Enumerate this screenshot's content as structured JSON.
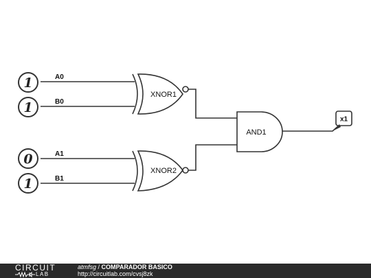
{
  "inputs": [
    {
      "value": "1",
      "label": "A0"
    },
    {
      "value": "1",
      "label": "B0"
    },
    {
      "value": "0",
      "label": "A1"
    },
    {
      "value": "1",
      "label": "B1"
    }
  ],
  "gates": {
    "xnor1": "XNOR1",
    "xnor2": "XNOR2",
    "and1": "AND1"
  },
  "output": {
    "label": "x1"
  },
  "footer": {
    "logo_top": "CIRCUIT",
    "logo_bottom": "LAB",
    "author": "atmfsg",
    "separator": " / ",
    "title": "COMPARADOR BASICO",
    "url": "http://circuitlab.com/cvsj8zk"
  },
  "colors": {
    "line": "#333333",
    "footer_bg": "#2a2a2a"
  }
}
